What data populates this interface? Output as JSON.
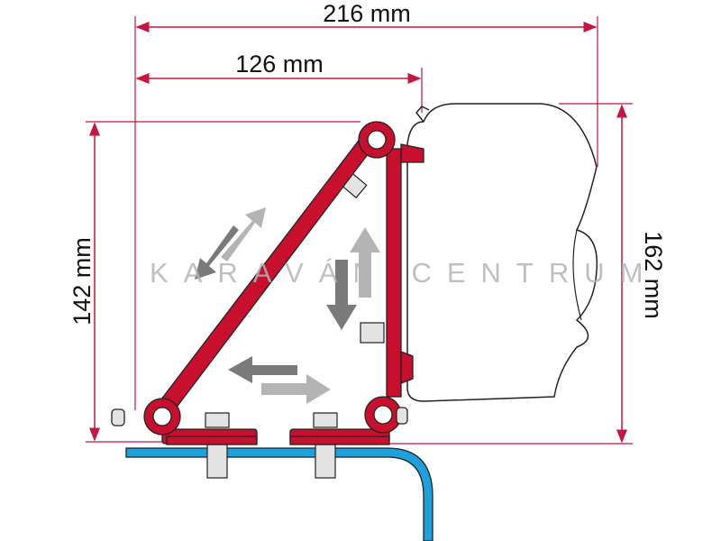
{
  "dimensions": {
    "total_width": "216 mm",
    "bracket_width": "126 mm",
    "bracket_height": "142 mm",
    "total_height": "162 mm"
  },
  "watermark": "KARAVÁN CENTRUM",
  "colors": {
    "dimension_line": "#c4163f",
    "bracket": "#c8102e",
    "rail": "#1ea0dc",
    "arrow_dark": "#7a7a7a",
    "arrow_light": "#b4b4b4"
  }
}
